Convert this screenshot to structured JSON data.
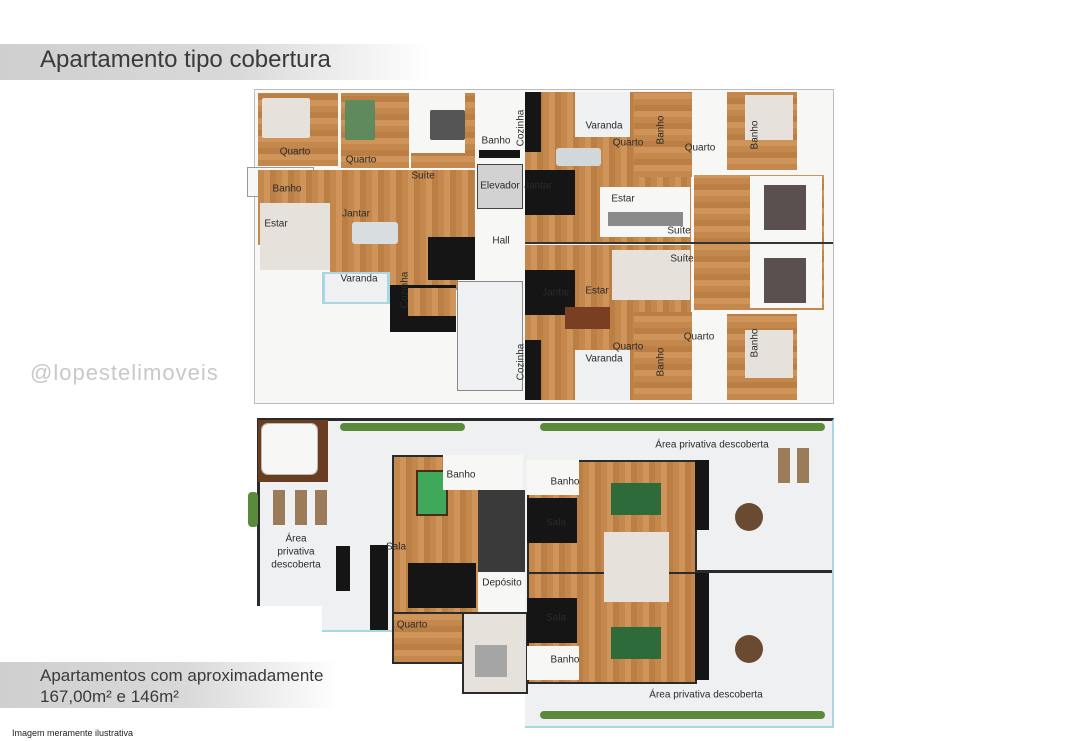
{
  "header": {
    "title": "Apartamento tipo cobertura"
  },
  "footer": {
    "area_line1": "Apartamentos com aproximadamente",
    "area_line2": "167,00m² e 146m²",
    "disclaimer": "Imagem meramente ilustrativa"
  },
  "watermark": "@lopestelimoveis",
  "top_plan": {
    "rooms": [
      "Quarto",
      "Quarto",
      "Suíte",
      "Banho",
      "Banho",
      "Elevador",
      "Estar",
      "Jantar",
      "Hall",
      "Varanda",
      "Cozinha",
      "Cozinha",
      "Varanda",
      "Quarto",
      "Banho",
      "Quarto",
      "Banho",
      "Jantar",
      "Estar",
      "Suíte",
      "Suíte",
      "Estar",
      "Jantar",
      "Quarto",
      "Varanda",
      "Cozinha",
      "Banho",
      "Quarto",
      "Banho"
    ]
  },
  "bottom_plan": {
    "rooms": [
      "Banho",
      "Banho",
      "Área privativa descoberta",
      "Área",
      "privativa",
      "descoberta",
      "Sala",
      "Sala",
      "Depósito",
      "Sala",
      "Quarto",
      "Banho",
      "Área privativa descoberta"
    ]
  },
  "colors": {
    "wood": "#c4884d",
    "counter": "#151515",
    "glass": "#a9d6e3",
    "terrace": "#eef0f1",
    "table_green": "#2e6b3a"
  }
}
